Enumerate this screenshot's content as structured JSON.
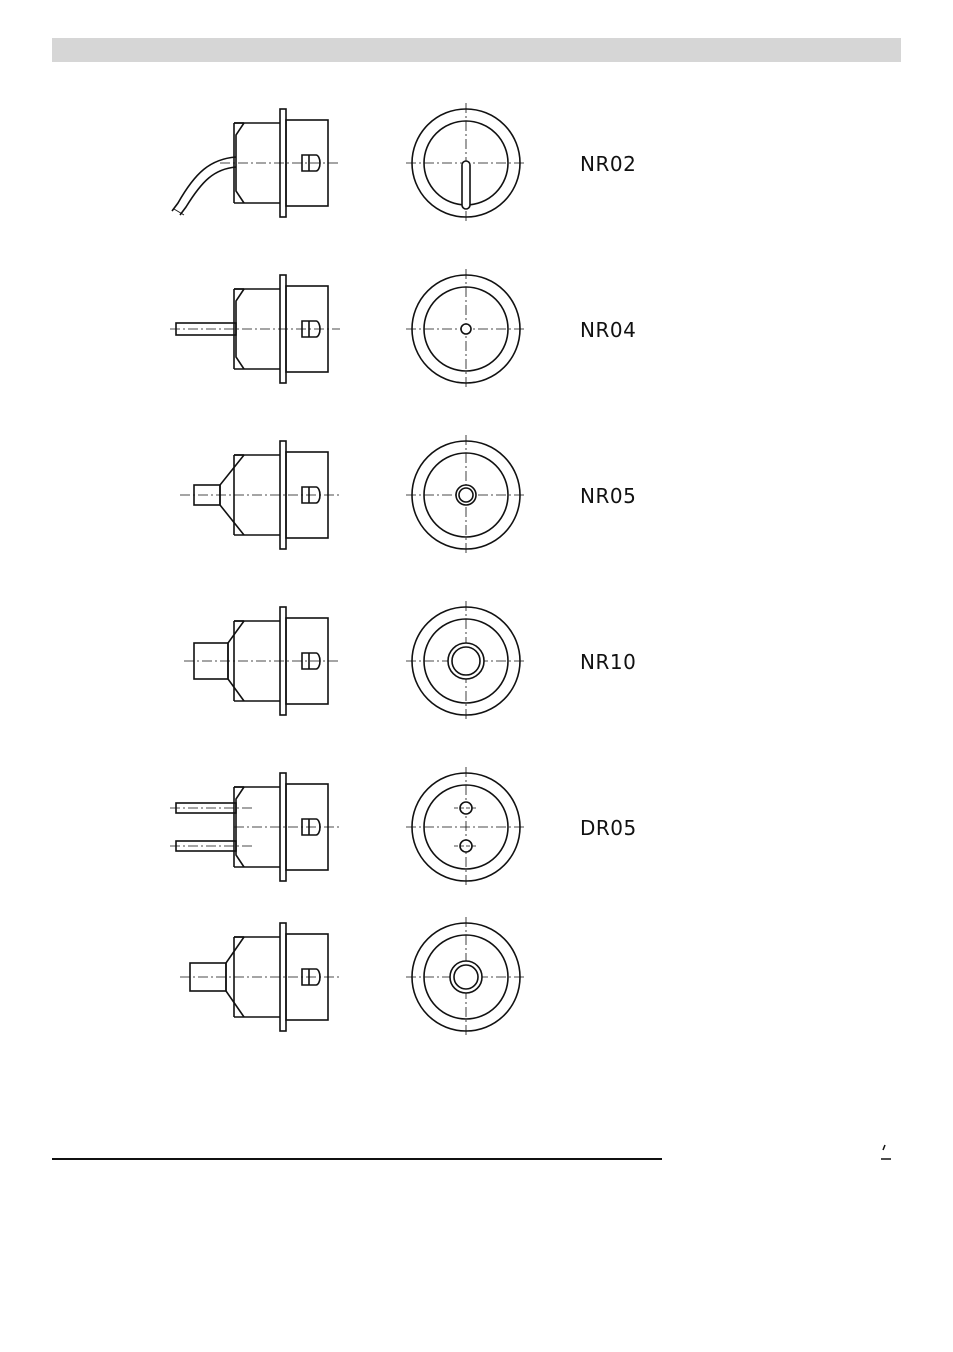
{
  "nozzles": [
    {
      "code": "NR02"
    },
    {
      "code": "NR04"
    },
    {
      "code": "NR05"
    },
    {
      "code": "NR10"
    },
    {
      "code": "DR05"
    },
    {
      "code": ""
    }
  ]
}
